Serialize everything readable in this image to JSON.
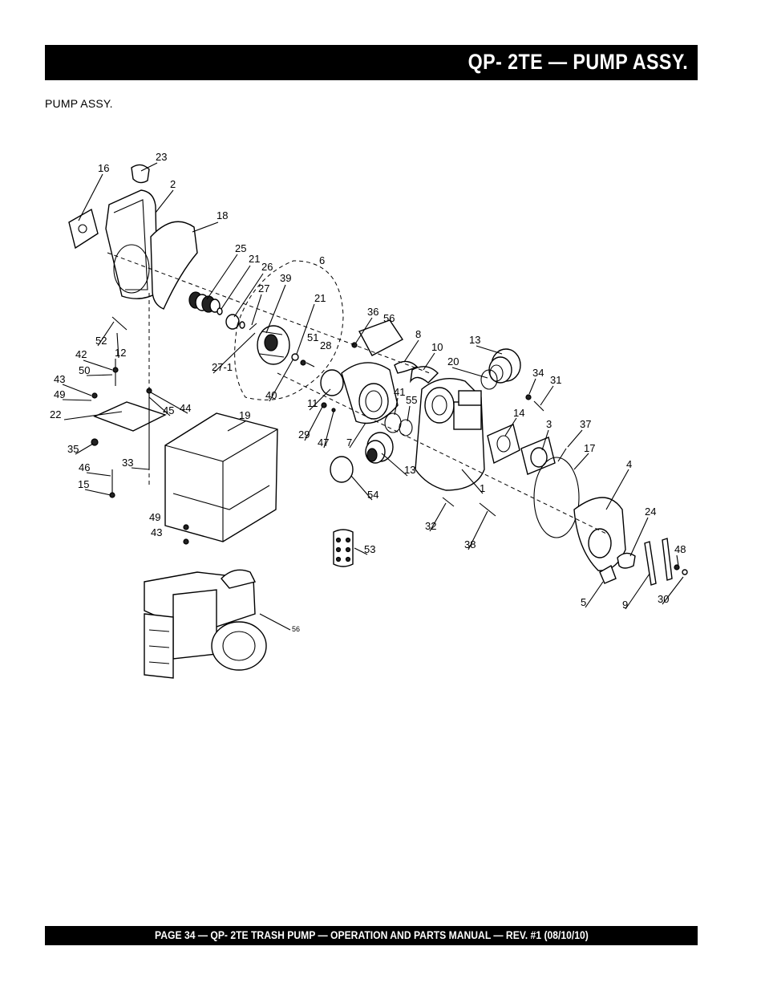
{
  "header": {
    "title": "QP- 2TE — PUMP ASSY."
  },
  "section": {
    "caption": "PUMP ASSY."
  },
  "diagram": {
    "part_labels": [
      "16",
      "23",
      "2",
      "18",
      "25",
      "21",
      "26",
      "6",
      "39",
      "27",
      "21",
      "36",
      "56",
      "8",
      "10",
      "13",
      "20",
      "34",
      "31",
      "52",
      "12",
      "42",
      "50",
      "43",
      "49",
      "22",
      "35",
      "46",
      "15",
      "44",
      "45",
      "33",
      "19",
      "27-1",
      "51",
      "28",
      "40",
      "11",
      "29",
      "47",
      "41",
      "55",
      "7",
      "14",
      "3",
      "37",
      "17",
      "4",
      "13",
      "1",
      "54",
      "32",
      "38",
      "53",
      "24",
      "48",
      "5",
      "9",
      "30",
      "49",
      "43",
      "56"
    ]
  },
  "footer": {
    "text": "PAGE 34 — QP- 2TE TRASH PUMP — OPERATION AND PARTS MANUAL — REV. #1 (08/10/10)"
  }
}
